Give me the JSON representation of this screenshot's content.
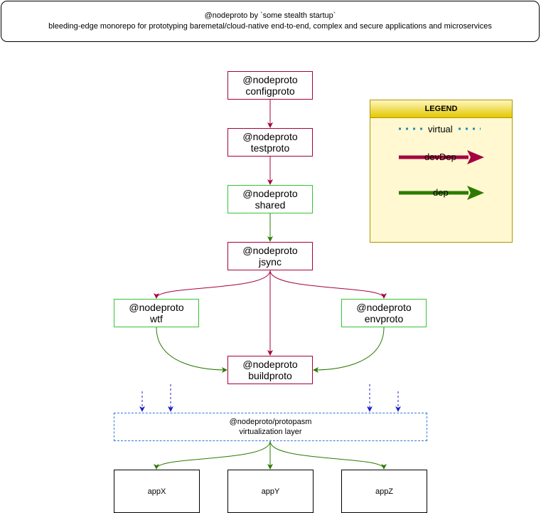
{
  "header": {
    "line1": "@nodeproto by `some stealth startup`",
    "line2": "bleeding-edge monorepo for prototyping baremetal/cloud-native end-to-end, complex and secure applications and microservices"
  },
  "nodes": {
    "configproto": {
      "scope": "@nodeproto",
      "name": "configproto"
    },
    "testproto": {
      "scope": "@nodeproto",
      "name": "testproto"
    },
    "shared": {
      "scope": "@nodeproto",
      "name": "shared"
    },
    "jsync": {
      "scope": "@nodeproto",
      "name": "jsync"
    },
    "wtf": {
      "scope": "@nodeproto",
      "name": "wtf"
    },
    "envproto": {
      "scope": "@nodeproto",
      "name": "envproto"
    },
    "buildproto": {
      "scope": "@nodeproto",
      "name": "buildproto"
    }
  },
  "virtualization": {
    "line1": "@nodeproto/protopasm",
    "line2": "virtualization layer"
  },
  "apps": [
    "appX",
    "appY",
    "appZ"
  ],
  "legend": {
    "title": "LEGEND",
    "virtual": "virtual",
    "devDep": "devDep",
    "dep": "dep"
  },
  "colors": {
    "devDep": "#a50040",
    "dep": "#2d7a00",
    "virtual": "#1f1fc8",
    "legendVirtual": "#1f8bbf",
    "depBorder": "#36c236"
  }
}
